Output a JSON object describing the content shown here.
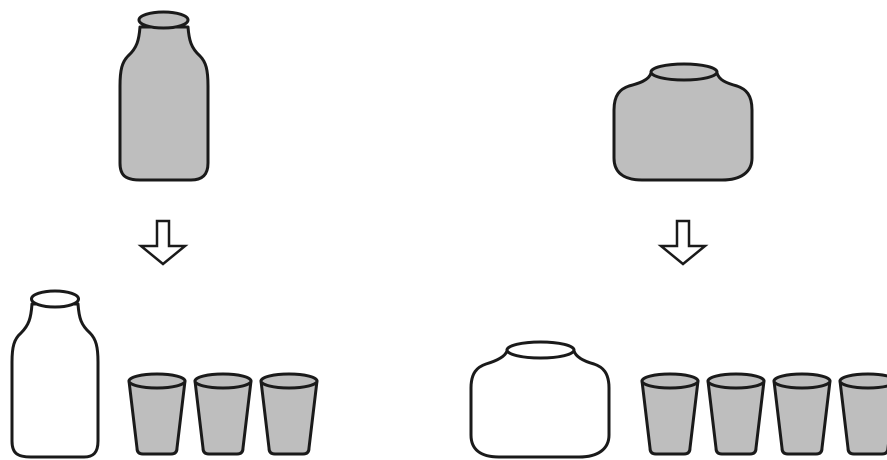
{
  "colors": {
    "filled": "#bebebe",
    "empty": "#ffffff",
    "stroke": "#1a1a1a",
    "background": "#ffffff"
  },
  "scenarios": [
    {
      "id": "tall-bottle",
      "container_shape": "tall-narrow-bottle",
      "before_state": "full",
      "after_state": "empty",
      "cups_filled": 3
    },
    {
      "id": "wide-jar",
      "container_shape": "short-wide-jar",
      "before_state": "full",
      "after_state": "empty",
      "cups_filled": 4
    }
  ],
  "icons": {
    "arrow": "down-arrow-icon",
    "cup": "cup-icon"
  }
}
